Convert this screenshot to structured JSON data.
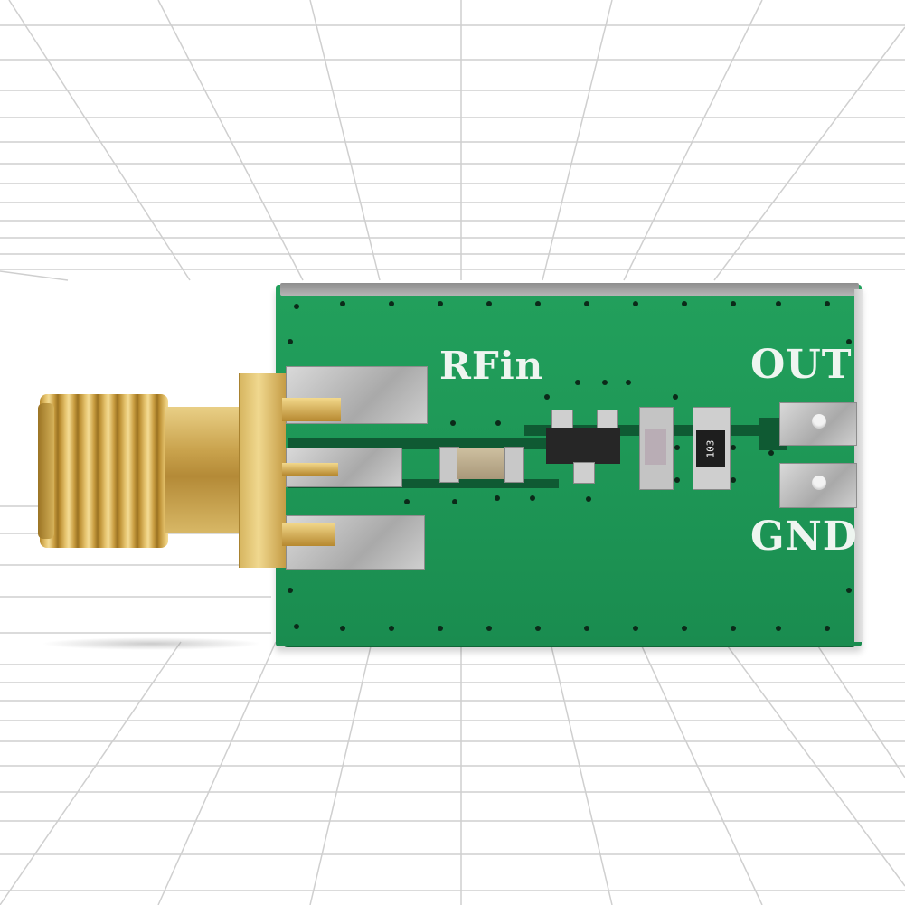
{
  "scene": {
    "description": "Product photo of a green RF detector PCB module with a gold SMA connector on a white perspective grid background",
    "background_color": "#ffffff",
    "grid_color": "#c8c8c8"
  },
  "pcb": {
    "color": "#1f9a58",
    "labels": {
      "input": "RFin",
      "output": "OUT",
      "ground": "GND"
    },
    "components": [
      {
        "type": "capacitor",
        "marking": ""
      },
      {
        "type": "transistor-sot23",
        "marking": ""
      },
      {
        "type": "capacitor",
        "marking": ""
      },
      {
        "type": "resistor",
        "marking": "103"
      }
    ],
    "pads": [
      "out-pad",
      "gnd-pad"
    ]
  },
  "connector": {
    "type": "SMA female",
    "color": "#d4af5a"
  },
  "colors": {
    "pcb_green": "#1f9a58",
    "trace_dark": "#0f5a33",
    "silkscreen": "#eef5f0",
    "gold": "#d4af5a",
    "solder": "#bdbdbd"
  }
}
